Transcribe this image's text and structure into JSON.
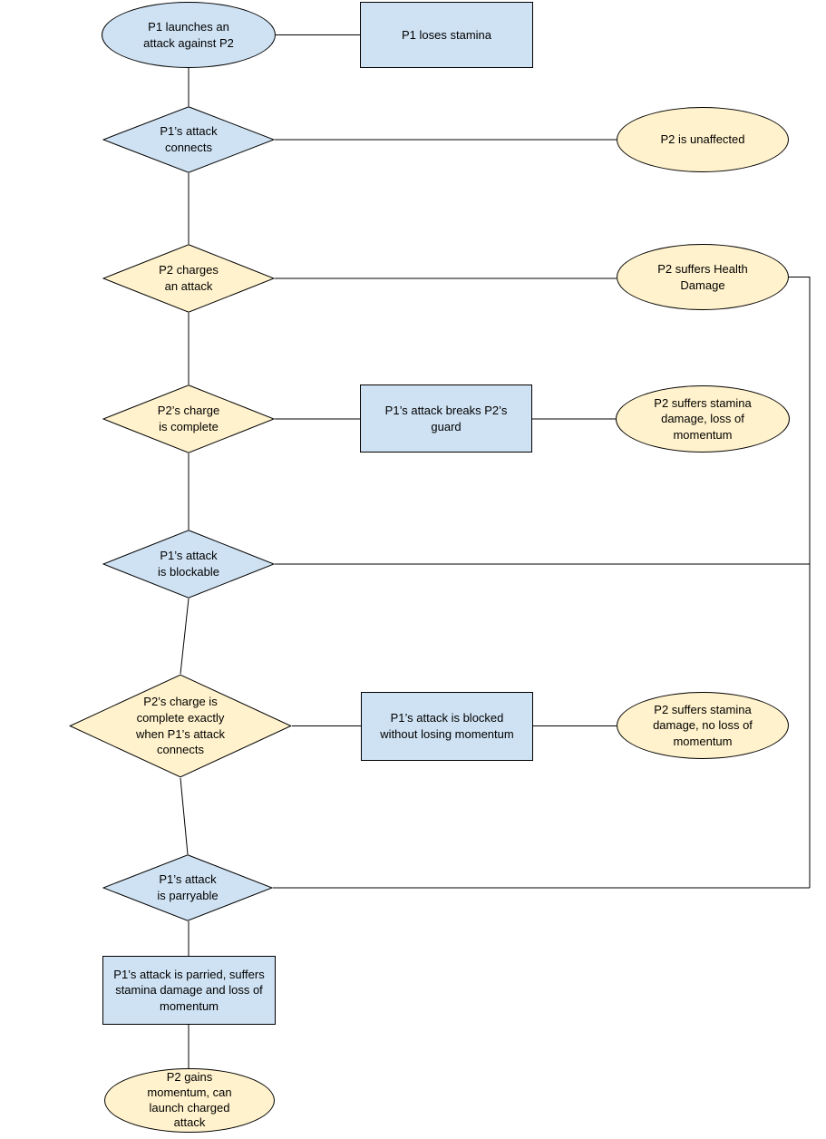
{
  "colors": {
    "background": "#ffffff",
    "blue_fill": "#cfe2f3",
    "yellow_fill": "#fff2cc",
    "border": "#000000",
    "line": "#000000",
    "text": "#000000"
  },
  "nodes": {
    "launch": {
      "shape": "ellipse",
      "color": "blue",
      "label": "P1 launches an\nattack against P2"
    },
    "loses_stamina": {
      "shape": "rect",
      "color": "blue",
      "label": "P1 loses stamina"
    },
    "connects": {
      "shape": "diamond",
      "color": "blue",
      "label": "P1’s attack\nconnects"
    },
    "unaffected": {
      "shape": "ellipse",
      "color": "yellow",
      "label": "P2 is unaffected"
    },
    "charges": {
      "shape": "diamond",
      "color": "yellow",
      "label": "P2 charges\nan attack"
    },
    "health_damage": {
      "shape": "ellipse",
      "color": "yellow",
      "label": "P2 suffers Health\nDamage"
    },
    "charge_complete": {
      "shape": "diamond",
      "color": "yellow",
      "label": "P2’s charge\nis complete"
    },
    "breaks_guard": {
      "shape": "rect",
      "color": "blue",
      "label": "P1’s attack breaks P2’s\nguard"
    },
    "stamina_loss": {
      "shape": "ellipse",
      "color": "yellow",
      "label": "P2 suffers stamina\ndamage, loss of\nmomentum"
    },
    "blockable": {
      "shape": "diamond",
      "color": "blue",
      "label": "P1’s attack\nis blockable"
    },
    "exact_charge": {
      "shape": "diamond",
      "color": "yellow",
      "label": "P2’s charge is\ncomplete exactly\nwhen P1’s attack\nconnects"
    },
    "blocked": {
      "shape": "rect",
      "color": "blue",
      "label": "P1’s attack is blocked\nwithout losing momentum"
    },
    "no_loss": {
      "shape": "ellipse",
      "color": "yellow",
      "label": "P2 suffers stamina\ndamage, no loss of\nmomentum"
    },
    "parryable": {
      "shape": "diamond",
      "color": "blue",
      "label": "P1’s attack\nis parryable"
    },
    "parried": {
      "shape": "rect",
      "color": "blue",
      "label": "P1’s attack is parried, suffers\nstamina damage and loss of\nmomentum"
    },
    "gains_momentum": {
      "shape": "ellipse",
      "color": "yellow",
      "label": "P2 gains\nmomentum, can\nlaunch charged\nattack"
    }
  },
  "edges": [
    {
      "from": "launch",
      "to": "loses_stamina"
    },
    {
      "from": "launch",
      "to": "connects"
    },
    {
      "from": "connects",
      "to": "unaffected"
    },
    {
      "from": "connects",
      "to": "charges"
    },
    {
      "from": "charges",
      "to": "health_damage"
    },
    {
      "from": "charges",
      "to": "charge_complete"
    },
    {
      "from": "health_damage",
      "to": "right-routing-line"
    },
    {
      "from": "charge_complete",
      "to": "breaks_guard"
    },
    {
      "from": "breaks_guard",
      "to": "stamina_loss"
    },
    {
      "from": "charge_complete",
      "to": "blockable"
    },
    {
      "from": "blockable",
      "to": "right-routing-line"
    },
    {
      "from": "blockable",
      "to": "exact_charge"
    },
    {
      "from": "exact_charge",
      "to": "blocked"
    },
    {
      "from": "blocked",
      "to": "no_loss"
    },
    {
      "from": "exact_charge",
      "to": "parryable"
    },
    {
      "from": "parryable",
      "to": "right-routing-line"
    },
    {
      "from": "parryable",
      "to": "parried"
    },
    {
      "from": "parried",
      "to": "gains_momentum"
    }
  ]
}
